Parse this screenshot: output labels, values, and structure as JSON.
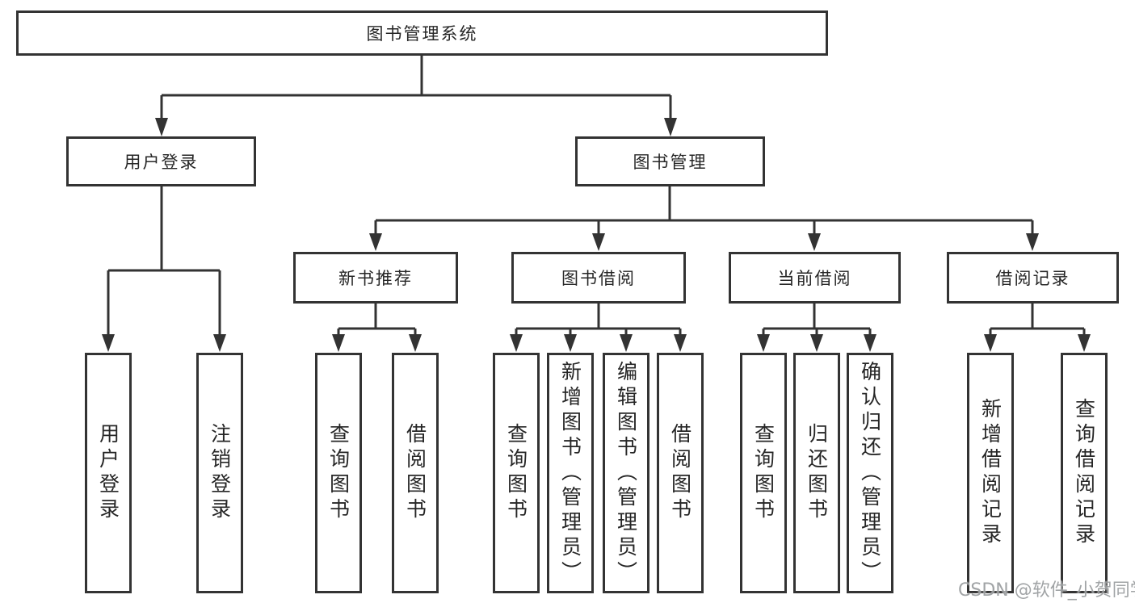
{
  "tree": {
    "root": {
      "label": "图书管理系统"
    },
    "user_login": {
      "label": "用户登录",
      "children": [
        "用户登录",
        "注销登录"
      ]
    },
    "book_management": {
      "label": "图书管理"
    },
    "new_book_recommend": {
      "label": "新书推荐",
      "children": [
        "查询图书",
        "借阅图书"
      ]
    },
    "book_borrowing": {
      "label": "图书借阅",
      "children": [
        "查询图书",
        "新增图书（管理员）",
        "编辑图书（管理员）",
        "借阅图书"
      ]
    },
    "current_borrowing": {
      "label": "当前借阅",
      "children": [
        "查询图书",
        "归还图书",
        "确认归还（管理员）"
      ]
    },
    "borrowing_records": {
      "label": "借阅记录",
      "children": [
        "新增借阅记录",
        "查询借阅记录"
      ]
    }
  },
  "watermark": {
    "text": "CSDN @软件_小贺同学"
  },
  "colors": {
    "line": "#333333",
    "text": "#262626",
    "background": "#ffffff",
    "watermark": "#919496"
  }
}
